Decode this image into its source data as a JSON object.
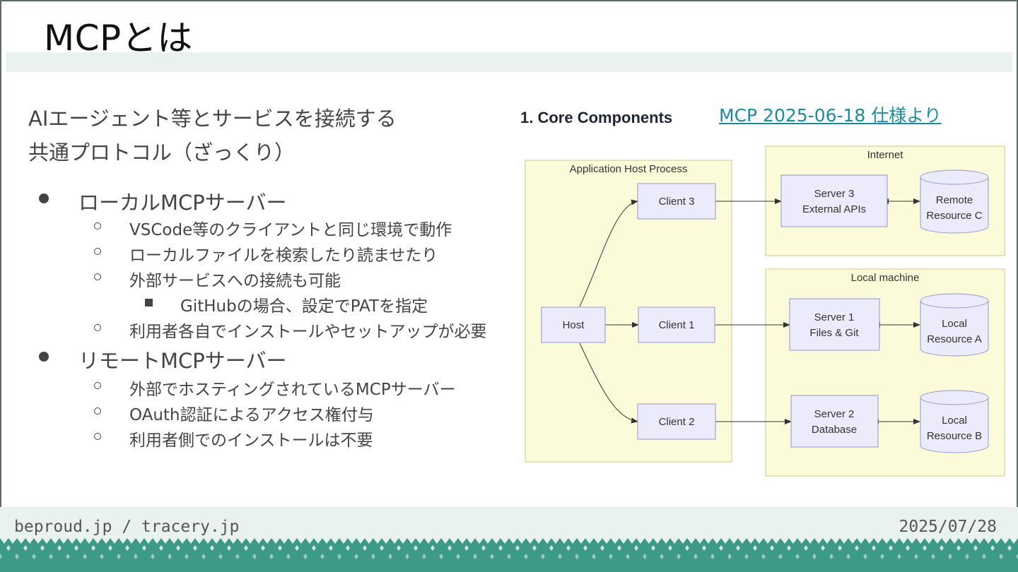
{
  "slide": {
    "title": "MCPとは",
    "intro": [
      "AIエージェント等とサービスを接続する",
      "共通プロトコル（ざっくり）"
    ]
  },
  "bullets": {
    "local": {
      "label": "ローカルMCPサーバー",
      "items": [
        "VSCode等のクライアントと同じ環境で動作",
        "ローカルファイルを検索したり読ませたり",
        "外部サービスへの接続も可能",
        "利用者各自でインストールやセットアップが必要"
      ],
      "sub_items": [
        "GitHubの場合、設定でPATを指定"
      ]
    },
    "remote": {
      "label": "リモートMCPサーバー",
      "items": [
        "外部でホスティングされているMCPサーバー",
        "OAuth認証によるアクセス権付与",
        "利用者側でのインストールは不要"
      ]
    }
  },
  "diagram": {
    "heading": "1. Core Components",
    "link_text": "MCP 2025-06-18 仕様より",
    "groups": {
      "app_host": "Application Host Process",
      "internet": "Internet",
      "local_machine": "Local machine"
    },
    "nodes": {
      "host": "Host",
      "client1": "Client 1",
      "client2": "Client 2",
      "client3": "Client 3",
      "server1": [
        "Server 1",
        "Files & Git"
      ],
      "server2": [
        "Server 2",
        "Database"
      ],
      "server3": [
        "Server 3",
        "External APIs"
      ],
      "resA": [
        "Local",
        "Resource A"
      ],
      "resB": [
        "Local",
        "Resource B"
      ],
      "resC": [
        "Remote",
        "Resource C"
      ]
    }
  },
  "footer": {
    "left": "beproud.jp / tracery.jp",
    "right": "2025/07/28"
  },
  "colors": {
    "group_fill": "#fbfbd9",
    "group_stroke": "#c9c98a",
    "node_fill": "#ecebfb",
    "node_stroke": "#9a92d4",
    "band": "#e9f2f0",
    "link": "#1a8ca0",
    "pattern": "#3d9a86"
  }
}
